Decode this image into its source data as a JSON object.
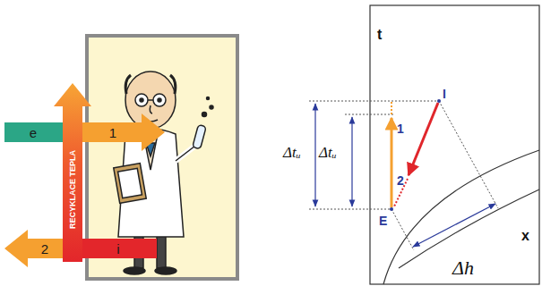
{
  "diagram": {
    "nodes": [
      {
        "text": [
          "e"
        ]
      },
      {
        "text": [
          "1"
        ]
      },
      {
        "text": [
          "RECYKLACE TEPLA"
        ]
      },
      {
        "text": [
          "2"
        ]
      },
      {
        "text": [
          "i"
        ]
      }
    ],
    "labels": [
      "t",
      "x",
      "I",
      "1",
      "2",
      "E",
      "Δtᵤ",
      "Δtᵤ",
      "Δh"
    ]
  }
}
